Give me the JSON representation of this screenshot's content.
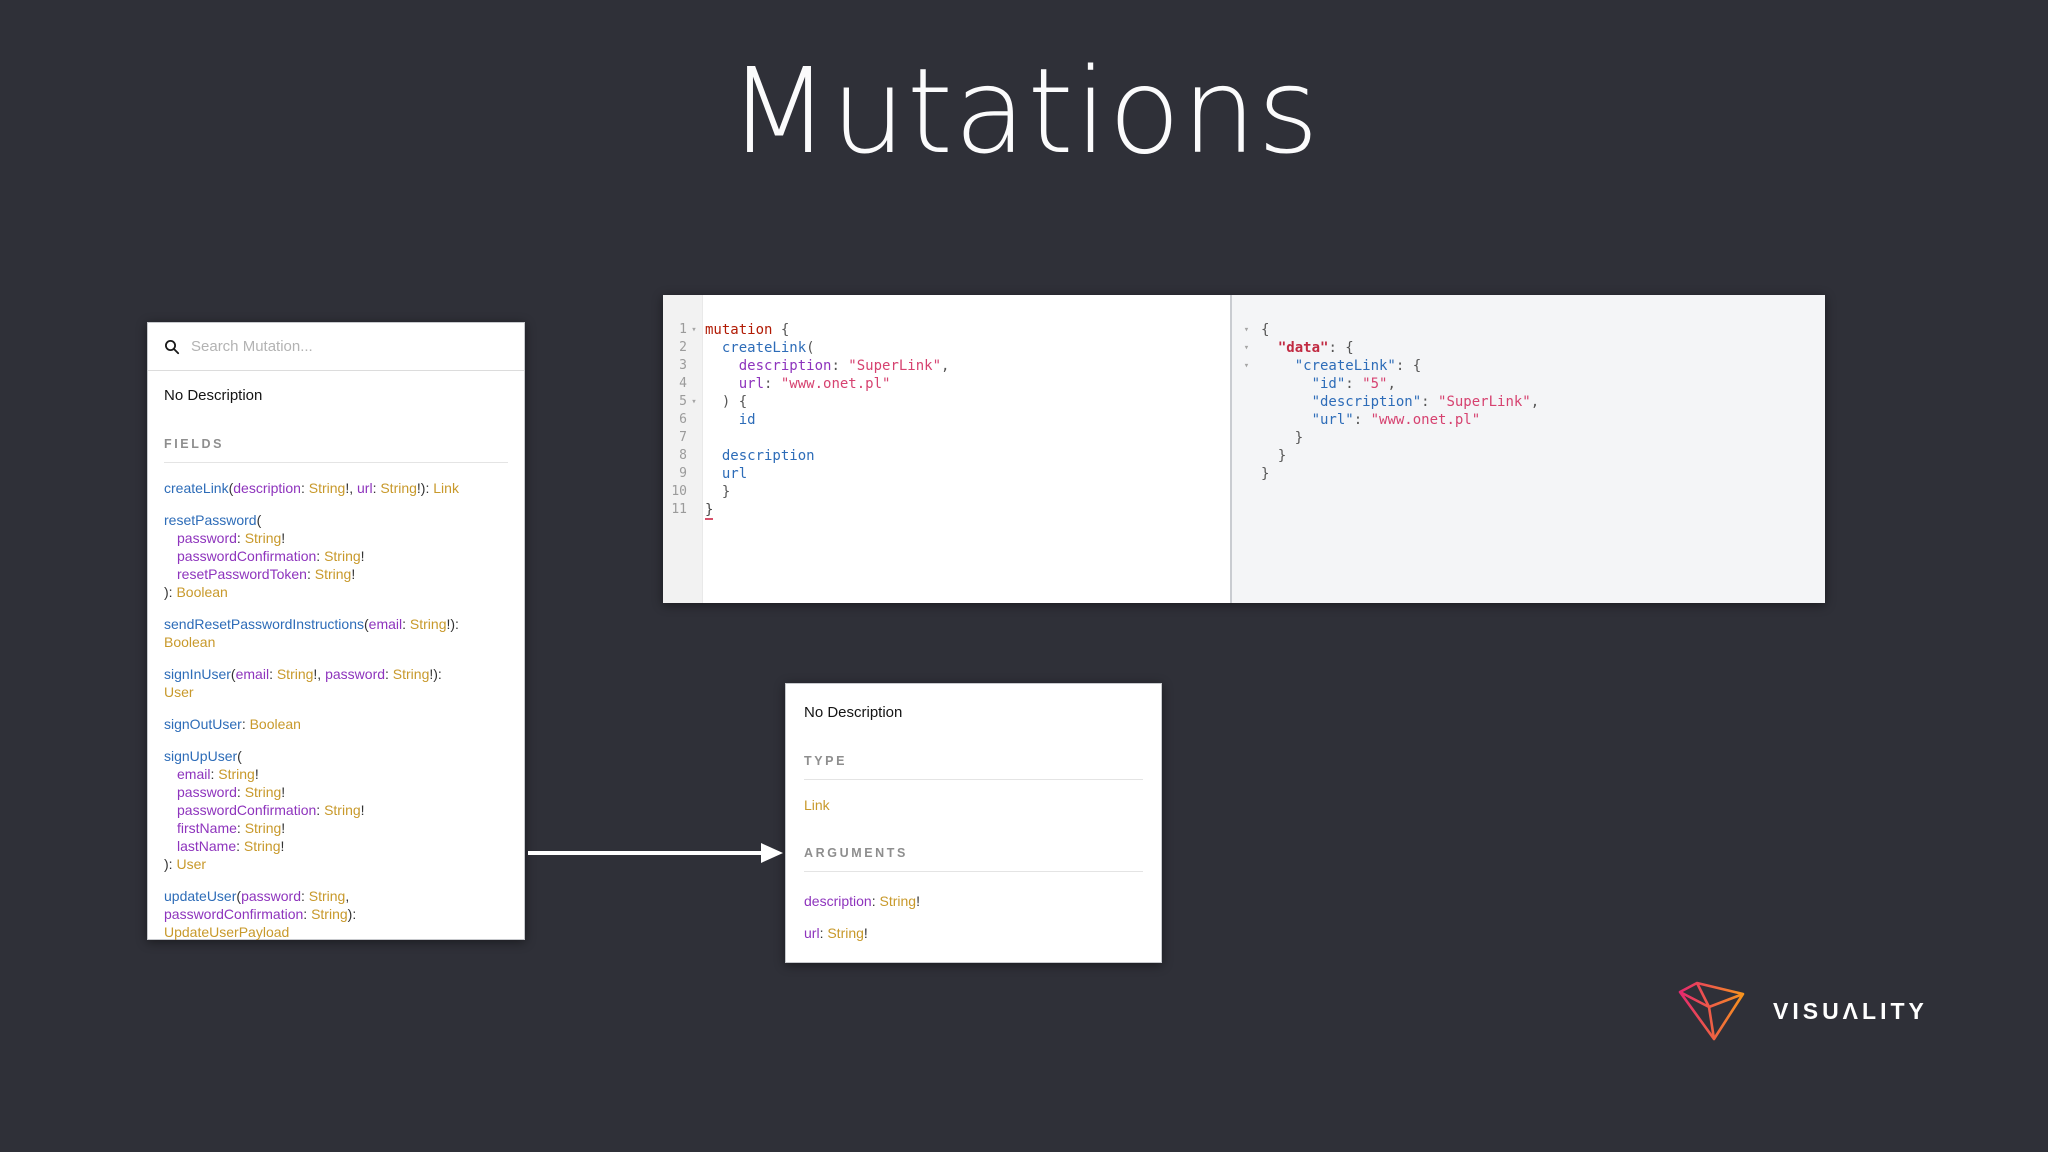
{
  "slide": {
    "title": "Mutations",
    "background": "#2f3038"
  },
  "colors": {
    "field_blue": "#2d6cb8",
    "argument_purple": "#8e34bd",
    "type_gold": "#c8992b",
    "keyword_red": "#b11a04",
    "string_pink": "#d64270",
    "result_data_red": "#c12a42"
  },
  "docs_panel": {
    "search_placeholder": "Search Mutation...",
    "no_description": "No Description",
    "fields_header": "FIELDS",
    "fields": [
      {
        "lines": [
          {
            "indent": 0,
            "tokens": [
              [
                "fld",
                "createLink"
              ],
              [
                "p",
                "("
              ],
              [
                "arg",
                "description"
              ],
              [
                "p",
                ": "
              ],
              [
                "typ",
                "String"
              ],
              [
                "p",
                "!, "
              ],
              [
                "arg",
                "url"
              ],
              [
                "p",
                ": "
              ],
              [
                "typ",
                "String"
              ],
              [
                "p",
                "!): "
              ],
              [
                "typ",
                "Link"
              ]
            ]
          }
        ]
      },
      {
        "lines": [
          {
            "indent": 0,
            "tokens": [
              [
                "fld",
                "resetPassword"
              ],
              [
                "p",
                "("
              ]
            ]
          },
          {
            "indent": 1,
            "tokens": [
              [
                "arg",
                "password"
              ],
              [
                "p",
                ": "
              ],
              [
                "typ",
                "String"
              ],
              [
                "p",
                "!"
              ]
            ]
          },
          {
            "indent": 1,
            "tokens": [
              [
                "arg",
                "passwordConfirmation"
              ],
              [
                "p",
                ": "
              ],
              [
                "typ",
                "String"
              ],
              [
                "p",
                "!"
              ]
            ]
          },
          {
            "indent": 1,
            "tokens": [
              [
                "arg",
                "resetPasswordToken"
              ],
              [
                "p",
                ": "
              ],
              [
                "typ",
                "String"
              ],
              [
                "p",
                "!"
              ]
            ]
          },
          {
            "indent": 0,
            "tokens": [
              [
                "p",
                "): "
              ],
              [
                "typ",
                "Boolean"
              ]
            ]
          }
        ]
      },
      {
        "lines": [
          {
            "indent": 0,
            "tokens": [
              [
                "fld",
                "sendResetPasswordInstructions"
              ],
              [
                "p",
                "("
              ],
              [
                "arg",
                "email"
              ],
              [
                "p",
                ": "
              ],
              [
                "typ",
                "String"
              ],
              [
                "p",
                "!):"
              ]
            ]
          },
          {
            "indent": 0,
            "tokens": [
              [
                "typ",
                "Boolean"
              ]
            ]
          }
        ]
      },
      {
        "lines": [
          {
            "indent": 0,
            "tokens": [
              [
                "fld",
                "signInUser"
              ],
              [
                "p",
                "("
              ],
              [
                "arg",
                "email"
              ],
              [
                "p",
                ": "
              ],
              [
                "typ",
                "String"
              ],
              [
                "p",
                "!, "
              ],
              [
                "arg",
                "password"
              ],
              [
                "p",
                ": "
              ],
              [
                "typ",
                "String"
              ],
              [
                "p",
                "!):"
              ]
            ]
          },
          {
            "indent": 0,
            "tokens": [
              [
                "typ",
                "User"
              ]
            ]
          }
        ]
      },
      {
        "lines": [
          {
            "indent": 0,
            "tokens": [
              [
                "fld",
                "signOutUser"
              ],
              [
                "p",
                ": "
              ],
              [
                "typ",
                "Boolean"
              ]
            ]
          }
        ]
      },
      {
        "lines": [
          {
            "indent": 0,
            "tokens": [
              [
                "fld",
                "signUpUser"
              ],
              [
                "p",
                "("
              ]
            ]
          },
          {
            "indent": 1,
            "tokens": [
              [
                "arg",
                "email"
              ],
              [
                "p",
                ": "
              ],
              [
                "typ",
                "String"
              ],
              [
                "p",
                "!"
              ]
            ]
          },
          {
            "indent": 1,
            "tokens": [
              [
                "arg",
                "password"
              ],
              [
                "p",
                ": "
              ],
              [
                "typ",
                "String"
              ],
              [
                "p",
                "!"
              ]
            ]
          },
          {
            "indent": 1,
            "tokens": [
              [
                "arg",
                "passwordConfirmation"
              ],
              [
                "p",
                ": "
              ],
              [
                "typ",
                "String"
              ],
              [
                "p",
                "!"
              ]
            ]
          },
          {
            "indent": 1,
            "tokens": [
              [
                "arg",
                "firstName"
              ],
              [
                "p",
                ": "
              ],
              [
                "typ",
                "String"
              ],
              [
                "p",
                "!"
              ]
            ]
          },
          {
            "indent": 1,
            "tokens": [
              [
                "arg",
                "lastName"
              ],
              [
                "p",
                ": "
              ],
              [
                "typ",
                "String"
              ],
              [
                "p",
                "!"
              ]
            ]
          },
          {
            "indent": 0,
            "tokens": [
              [
                "p",
                "): "
              ],
              [
                "typ",
                "User"
              ]
            ]
          }
        ]
      },
      {
        "lines": [
          {
            "indent": 0,
            "tokens": [
              [
                "fld",
                "updateUser"
              ],
              [
                "p",
                "("
              ],
              [
                "arg",
                "password"
              ],
              [
                "p",
                ": "
              ],
              [
                "typ",
                "String"
              ],
              [
                "p",
                ","
              ]
            ]
          },
          {
            "indent": 0,
            "tokens": [
              [
                "arg",
                "passwordConfirmation"
              ],
              [
                "p",
                ": "
              ],
              [
                "typ",
                "String"
              ],
              [
                "p",
                "):"
              ]
            ]
          },
          {
            "indent": 0,
            "tokens": [
              [
                "typ",
                "UpdateUserPayload"
              ]
            ]
          }
        ]
      }
    ]
  },
  "query_editor": {
    "lines": [
      {
        "n": "1",
        "fold": true,
        "tokens": [
          [
            "kw",
            "mutation"
          ],
          [
            "p",
            " {"
          ]
        ]
      },
      {
        "n": "2",
        "tokens": [
          [
            "p",
            "  "
          ],
          [
            "fld",
            "createLink"
          ],
          [
            "p",
            "("
          ]
        ]
      },
      {
        "n": "3",
        "tokens": [
          [
            "p",
            "    "
          ],
          [
            "arg",
            "description"
          ],
          [
            "p",
            ": "
          ],
          [
            "str",
            "\"SuperLink\""
          ],
          [
            "p",
            ","
          ]
        ]
      },
      {
        "n": "4",
        "tokens": [
          [
            "p",
            "    "
          ],
          [
            "arg",
            "url"
          ],
          [
            "p",
            ": "
          ],
          [
            "str",
            "\"www.onet.pl\""
          ]
        ]
      },
      {
        "n": "5",
        "fold": true,
        "tokens": [
          [
            "p",
            "  ) {"
          ]
        ]
      },
      {
        "n": "6",
        "tokens": [
          [
            "p",
            "    "
          ],
          [
            "fld",
            "id"
          ]
        ]
      },
      {
        "n": "7",
        "tokens": []
      },
      {
        "n": "8",
        "tokens": [
          [
            "p",
            "  "
          ],
          [
            "fld",
            "description"
          ]
        ]
      },
      {
        "n": "9",
        "tokens": [
          [
            "p",
            "  "
          ],
          [
            "fld",
            "url"
          ]
        ]
      },
      {
        "n": "10",
        "tokens": [
          [
            "p",
            "  }"
          ]
        ]
      },
      {
        "n": "11",
        "tokens": [
          [
            "err",
            "}"
          ]
        ]
      }
    ]
  },
  "result_viewer": {
    "lines": [
      {
        "fold": true,
        "tokens": [
          [
            "p",
            "{"
          ]
        ]
      },
      {
        "fold": true,
        "tokens": [
          [
            "p",
            "  "
          ],
          [
            "def",
            "\"data\""
          ],
          [
            "p",
            ": {"
          ]
        ]
      },
      {
        "fold": true,
        "tokens": [
          [
            "p",
            "    "
          ],
          [
            "prop",
            "\"createLink\""
          ],
          [
            "p",
            ": {"
          ]
        ]
      },
      {
        "tokens": [
          [
            "p",
            "      "
          ],
          [
            "prop",
            "\"id\""
          ],
          [
            "p",
            ": "
          ],
          [
            "str",
            "\"5\""
          ],
          [
            "p",
            ","
          ]
        ]
      },
      {
        "tokens": [
          [
            "p",
            "      "
          ],
          [
            "prop",
            "\"description\""
          ],
          [
            "p",
            ": "
          ],
          [
            "str",
            "\"SuperLink\""
          ],
          [
            "p",
            ","
          ]
        ]
      },
      {
        "tokens": [
          [
            "p",
            "      "
          ],
          [
            "prop",
            "\"url\""
          ],
          [
            "p",
            ": "
          ],
          [
            "str",
            "\"www.onet.pl\""
          ]
        ]
      },
      {
        "tokens": [
          [
            "p",
            "    }"
          ]
        ]
      },
      {
        "tokens": [
          [
            "p",
            "  }"
          ]
        ]
      },
      {
        "tokens": [
          [
            "p",
            "}"
          ]
        ]
      }
    ]
  },
  "type_panel": {
    "no_description": "No Description",
    "type_header": "TYPE",
    "type_name": "Link",
    "arguments_header": "ARGUMENTS",
    "arguments": [
      {
        "tokens": [
          [
            "arg",
            "description"
          ],
          [
            "p",
            ": "
          ],
          [
            "typ",
            "String"
          ],
          [
            "p",
            "!"
          ]
        ]
      },
      {
        "tokens": [
          [
            "arg",
            "url"
          ],
          [
            "p",
            ": "
          ],
          [
            "typ",
            "String"
          ],
          [
            "p",
            "!"
          ]
        ]
      }
    ]
  },
  "logo": {
    "brand": "VISUΛLITY"
  }
}
